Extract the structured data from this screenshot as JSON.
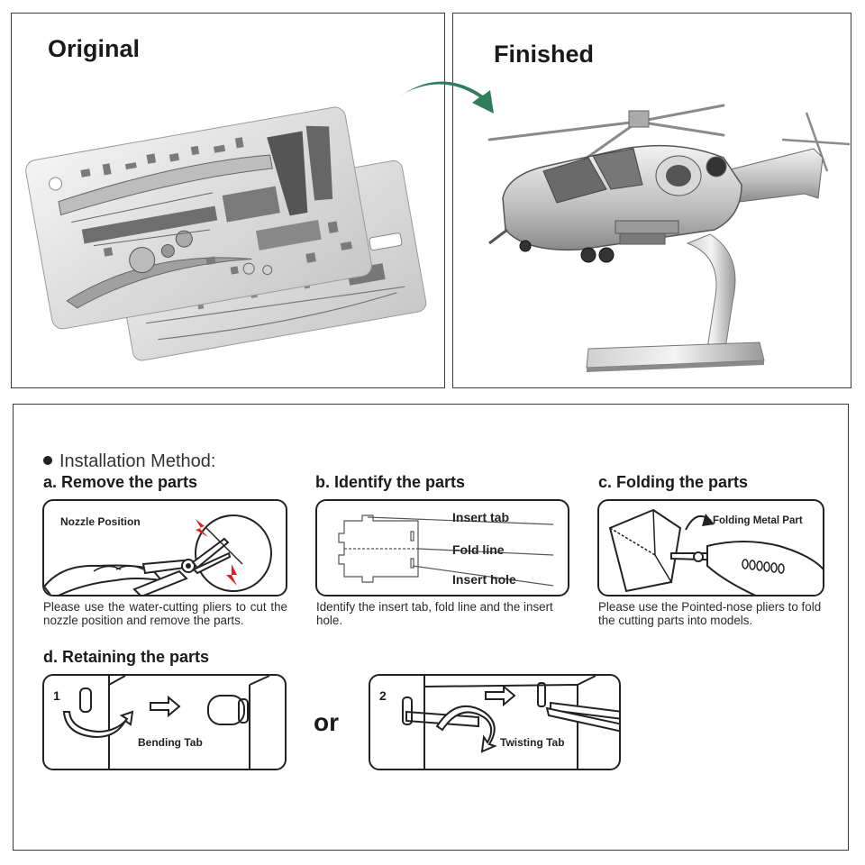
{
  "top": {
    "original_title": "Original",
    "finished_title": "Finished",
    "arrow_color": "#2e7d5b"
  },
  "installation": {
    "heading": "Installation Method:",
    "a": {
      "title": "a. Remove the parts",
      "box_label": "Nozzle Position",
      "desc": "Please use the water-cutting pliers to cut the nozzle position and remove the parts."
    },
    "b": {
      "title": "b. Identify the parts",
      "labels": [
        "Insert tab",
        "Fold line",
        "Insert hole"
      ],
      "desc": "Identify the insert tab, fold line and the insert hole."
    },
    "c": {
      "title": "c. Folding the parts",
      "box_label": "Folding Metal Part",
      "desc": "Please use the Pointed-nose pliers to fold the cutting parts into models."
    },
    "d": {
      "title": "d. Retaining the parts",
      "step1_num": "1",
      "step1_label": "Bending Tab",
      "or": "or",
      "step2_num": "2",
      "step2_label": "Twisting Tab"
    }
  },
  "colors": {
    "accent_red": "#e02020",
    "metal_light": "#e8e8e8",
    "metal_dark": "#5a5a5a"
  }
}
